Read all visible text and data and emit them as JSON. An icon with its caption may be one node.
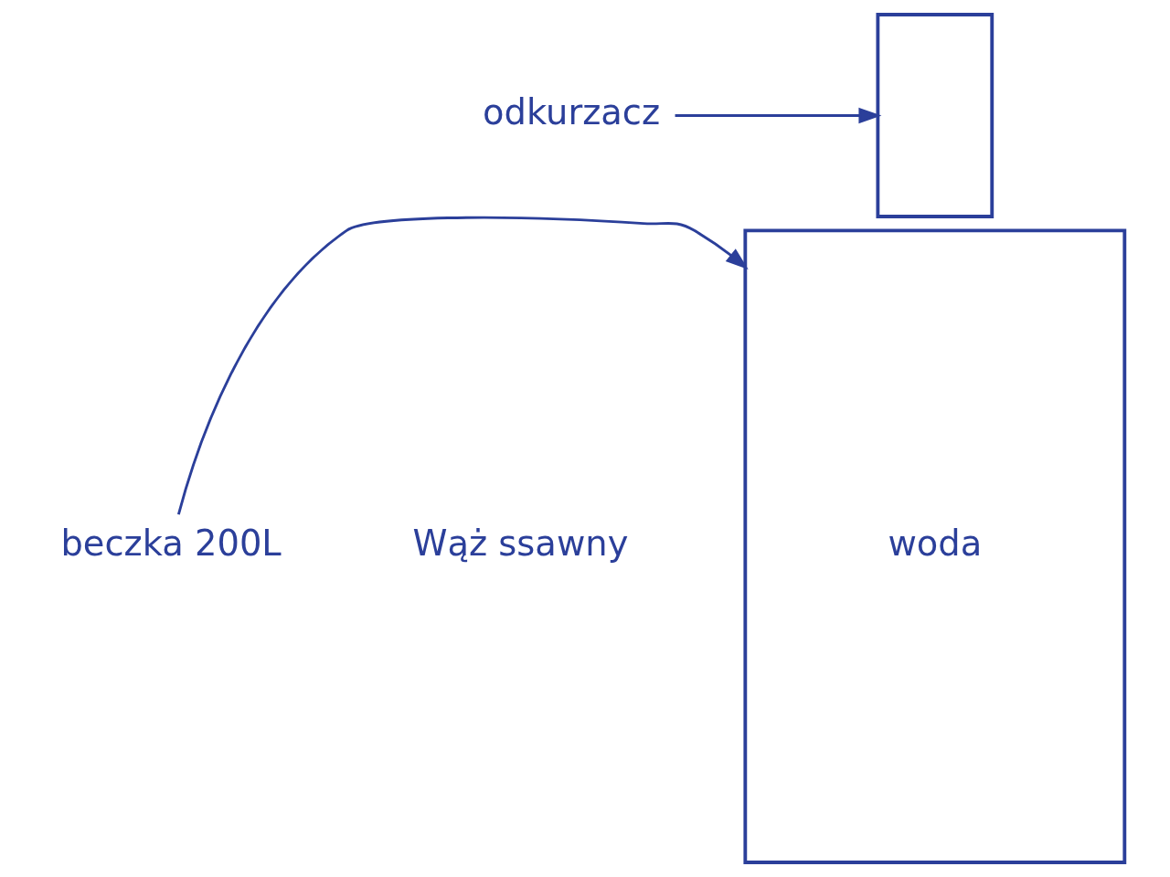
{
  "diagram": {
    "nodes": [
      {
        "text": [
          "odkurzacz"
        ]
      },
      {
        "text": [],
        "shape": "box"
      },
      {
        "text": [
          "beczka 200L"
        ]
      },
      {
        "text": [
          "woda"
        ]
      }
    ],
    "edges": [
      {
        "from": 0,
        "to": 1,
        "arrow": "to"
      },
      {
        "from": 2,
        "to": 3,
        "arrow": "to"
      }
    ],
    "labels": [
      "Wąż ssawny"
    ]
  }
}
